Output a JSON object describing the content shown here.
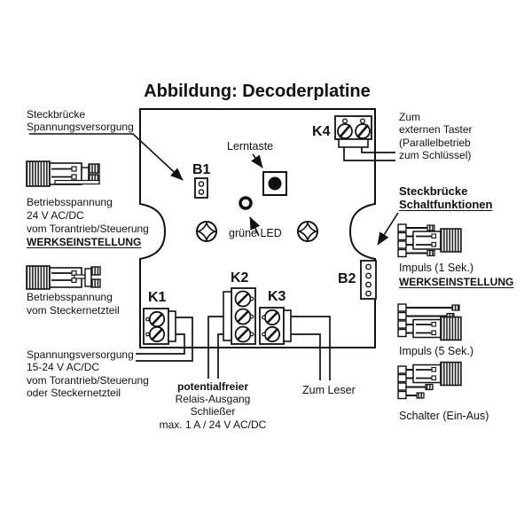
{
  "title": "Abbildung: Decoderplatine",
  "board": {
    "b1": "B1",
    "b2": "B2",
    "k1": "K1",
    "k2": "K2",
    "k3": "K3",
    "k4": "K4",
    "lerntaste": "Lerntaste",
    "led": "grüne LED"
  },
  "left": {
    "jumper_supply": {
      "lines": [
        "Steckbrücke",
        "Spannungsversorgung"
      ]
    },
    "supply_24v": {
      "lines": [
        "Betriebsspannung",
        "24 V AC/DC",
        "vom Torantrieb/Steuerung"
      ],
      "factory": "WERKSEINSTELLUNG"
    },
    "supply_plug": {
      "lines": [
        "Betriebsspannung",
        "vom Steckernetzteil"
      ]
    },
    "supply_range": {
      "lines": [
        "Spannungsversorgung",
        "15-24 V AC/DC",
        "vom Torantrieb/Steuerung",
        "oder Steckernetzteil"
      ]
    }
  },
  "right": {
    "external_button": {
      "lines": [
        "Zum",
        "externen Taster",
        "(Parallelbetrieb",
        "zum Schlüssel)"
      ]
    },
    "jumper_functions": {
      "line1": "Steckbrücke",
      "line2": "Schaltfunktionen"
    },
    "impulse1": "Impuls (1 Sek.)",
    "factory": "WERKSEINSTELLUNG",
    "impulse5": "Impuls (5 Sek.)",
    "switch": "Schalter (Ein-Aus)"
  },
  "bottom": {
    "relay": {
      "line1": "potentialfreier",
      "lines": [
        "Relais-Ausgang",
        "Schließer",
        "max. 1 A / 24 V AC/DC"
      ]
    },
    "reader": "Zum Leser"
  }
}
